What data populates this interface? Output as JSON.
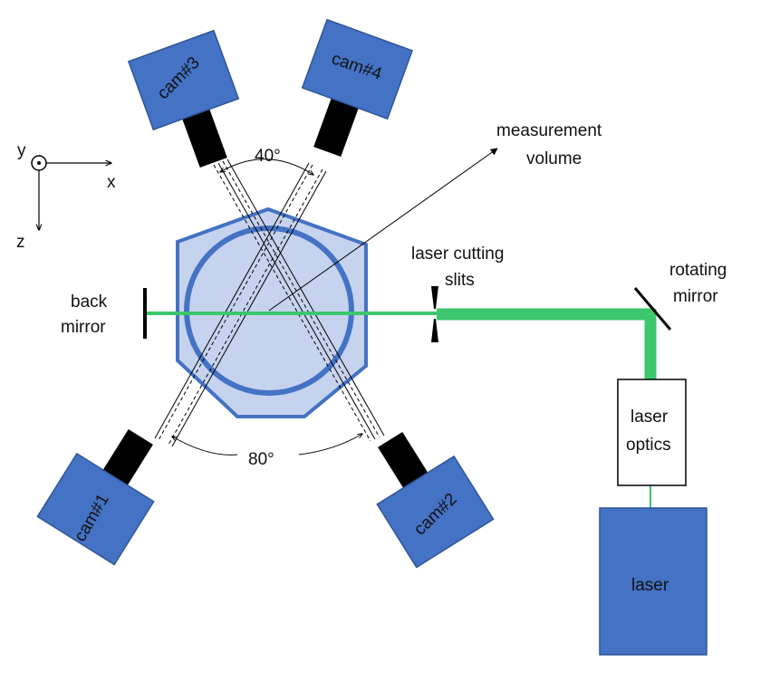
{
  "colors": {
    "camera_body": "#4472c4",
    "camera_border": "#2f5597",
    "lens": "#000000",
    "tank_fill": "#c6d3ee",
    "tank_border": "#4472c4",
    "laser_beam": "#3cc66d",
    "text": "#111111"
  },
  "axes": {
    "y_label": "y",
    "x_label": "x",
    "z_label": "z"
  },
  "cameras": [
    {
      "label": "cam#1"
    },
    {
      "label": "cam#2"
    },
    {
      "label": "cam#3"
    },
    {
      "label": "cam#4"
    }
  ],
  "angles": {
    "top": "40°",
    "bottom": "80°"
  },
  "labels": {
    "measurement_volume_line1": "measurement",
    "measurement_volume_line2": "volume",
    "laser_slits_line1": "laser cutting",
    "laser_slits_line2": "slits",
    "rotating_mirror_line1": "rotating",
    "rotating_mirror_line2": "mirror",
    "back_mirror_line1": "back",
    "back_mirror_line2": "mirror",
    "laser_optics_line1": "laser",
    "laser_optics_line2": "optics",
    "laser": "laser"
  }
}
